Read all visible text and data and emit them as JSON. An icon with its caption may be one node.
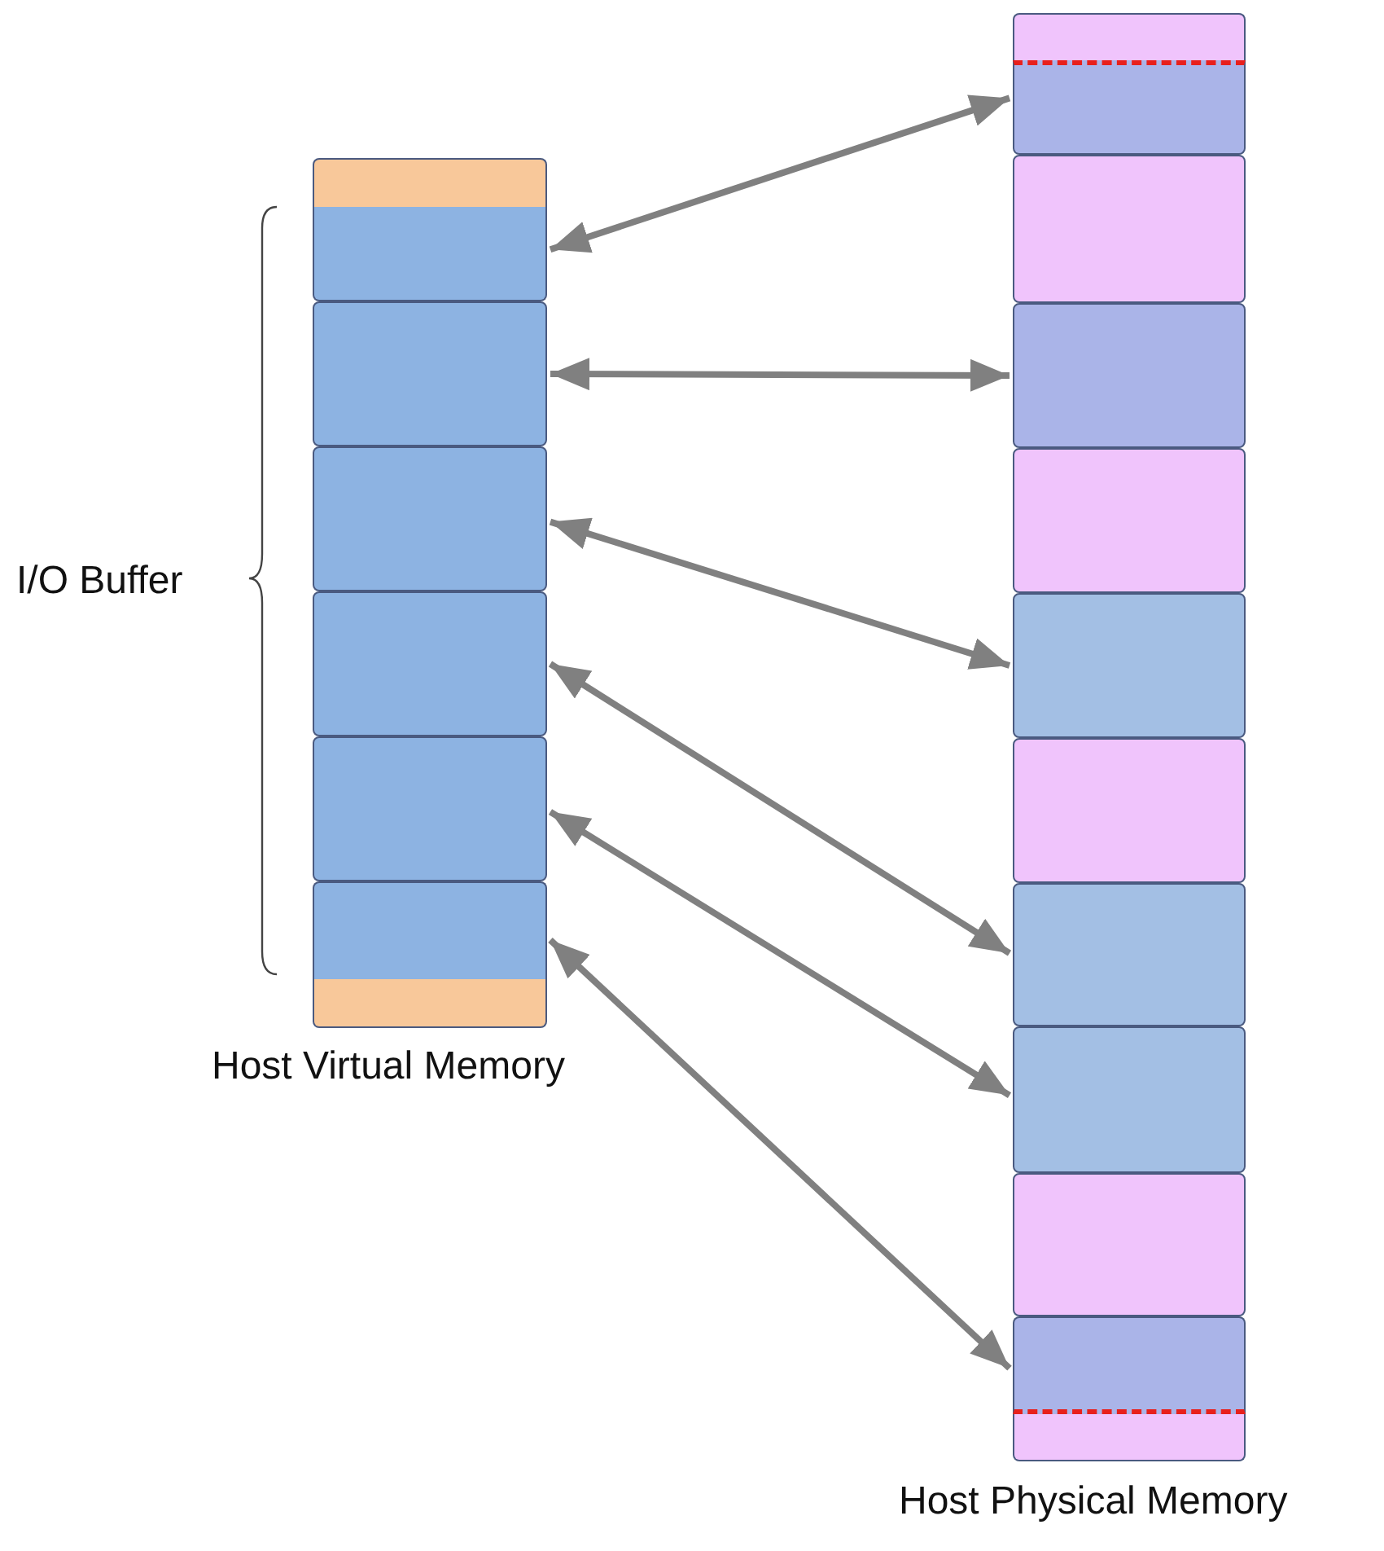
{
  "diagram": {
    "nodes": [
      {
        "text": [
          "Host Virtual Memory"
        ]
      },
      {
        "text": [],
        "shape": "box",
        "in": 0
      },
      {
        "text": [],
        "shape": "box",
        "in": 0
      },
      {
        "text": [],
        "shape": "box",
        "in": 0
      },
      {
        "text": [],
        "shape": "box",
        "in": 0
      },
      {
        "text": [],
        "shape": "box",
        "in": 0
      },
      {
        "text": [],
        "shape": "box",
        "in": 0
      },
      {
        "text": [],
        "shape": "box",
        "in": 0
      },
      {
        "text": [],
        "shape": "box",
        "in": 0
      },
      {
        "text": [
          "Host Physical Memory"
        ]
      },
      {
        "text": [],
        "shape": "box",
        "in": 9
      },
      {
        "text": [],
        "shape": "box",
        "in": 9
      },
      {
        "text": [],
        "shape": "box",
        "in": 9
      },
      {
        "text": [],
        "shape": "box",
        "in": 9
      },
      {
        "text": [],
        "shape": "box",
        "in": 9
      },
      {
        "text": [],
        "shape": "box",
        "in": 9
      },
      {
        "text": [],
        "shape": "box",
        "in": 9
      },
      {
        "text": [],
        "shape": "box",
        "in": 9
      },
      {
        "text": [],
        "shape": "box",
        "in": 9
      },
      {
        "text": [],
        "shape": "box",
        "in": 9
      },
      {
        "text": [],
        "shape": "box",
        "in": 9
      },
      {
        "text": [],
        "shape": "box",
        "in": 9
      }
    ],
    "edges": [
      {
        "from": 2,
        "to": 11,
        "arrow": "both"
      },
      {
        "from": 3,
        "to": 13,
        "arrow": "both"
      },
      {
        "from": 4,
        "to": 15,
        "arrow": "both"
      },
      {
        "from": 5,
        "to": 17,
        "arrow": "both"
      },
      {
        "from": 6,
        "to": 18,
        "arrow": "both"
      },
      {
        "from": 7,
        "to": 20,
        "arrow": "both"
      }
    ],
    "labels": [
      "I/O Buffer"
    ]
  }
}
